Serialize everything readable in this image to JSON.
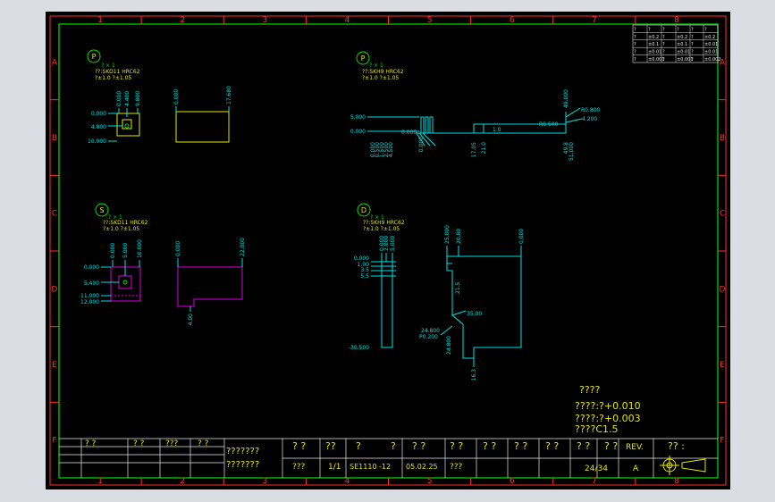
{
  "frame": {
    "col_labels": [
      "1",
      "2",
      "3",
      "4",
      "5",
      "6",
      "7",
      "8"
    ],
    "row_labels": [
      "A",
      "B",
      "C",
      "D",
      "E",
      "F"
    ]
  },
  "corner_table": {
    "rows": [
      [
        "?",
        "?",
        "?",
        "?",
        "?",
        "?"
      ],
      [
        "?",
        "±0.2",
        "?",
        "±0.2",
        "?",
        "±0.2"
      ],
      [
        "?",
        "±0.1",
        "?",
        "±0.1",
        "?",
        "±0.01"
      ],
      [
        "?",
        "±0.01",
        "?",
        "±0.01",
        "?",
        "±0.01"
      ],
      [
        "?",
        "±0.001",
        "?",
        "±0.001",
        "?",
        "±0.002"
      ]
    ]
  },
  "views": {
    "p1": {
      "marker": "P",
      "scale": "? × 1",
      "line1": "??:SKD11 HRC62",
      "line2": "?±1.0 ?±1.05"
    },
    "p2": {
      "marker": "P",
      "scale": "? × 1",
      "line1": "??:SKH9 HRC62",
      "line2": "?±1.0 ?±1.05"
    },
    "s1": {
      "marker": "S",
      "scale": "? × 1",
      "line1": "??:SKD11 HRC62",
      "line2": "?±1.0 ?±1.05"
    },
    "d1": {
      "marker": "D",
      "scale": "? × 1",
      "line1": "??:SKH9 HRC62",
      "line2": "?±1.0 ?±1.05"
    }
  },
  "dims": {
    "p1_top": [
      "0.000",
      "4.400",
      "9.800"
    ],
    "p1_left": [
      "0.000",
      "4.800",
      "10.000"
    ],
    "p1_side": [
      "0.000",
      "17.680"
    ],
    "p2_left": [
      "5.000",
      "0.000"
    ],
    "p2_origin": "0.000",
    "p2_bottom": [
      "0.000",
      "0.500",
      "1.500",
      "2.500",
      "4.500",
      "0.000",
      "17.05",
      "21.0",
      "49.8",
      "51.000"
    ],
    "p2_mid": "1.0",
    "p2_right": [
      "49.000",
      "R0.800",
      "R0.500",
      "4.200"
    ],
    "s1_top": [
      "0.000",
      "5.000",
      "10.000"
    ],
    "s1_left": [
      "0.000",
      "5.400",
      "11.000",
      "12.000"
    ],
    "s1_side": [
      "0.000",
      "22.000",
      "4.00"
    ],
    "d1_top": [
      "0.000",
      "2.000",
      "5.000"
    ],
    "d1_left": [
      "0.000",
      "1.00",
      "3.5",
      "5.5",
      "-30.500"
    ],
    "d1_profile": [
      "25.000",
      "20.80",
      "0.000",
      "21.5",
      "35.00",
      "24.800",
      "P0.200",
      "24.800",
      "16.3"
    ]
  },
  "notes": {
    "heading": "????",
    "lines": [
      "????:?+0.010",
      "????:?+0.003",
      "????C1.5"
    ]
  },
  "title_block": {
    "rev_header": [
      "? ?",
      "? ?",
      "???",
      "? ?"
    ],
    "left_text": [
      "???????",
      "???????"
    ],
    "headers": [
      "? ?",
      "??",
      "?",
      "?",
      "? ?",
      "? ?",
      "? ?",
      "? ?",
      "? ?",
      "? ?",
      "? ?",
      "REV.",
      "?? :"
    ],
    "values": [
      "???",
      "1/1",
      "SE1110 -12",
      "05.02.25",
      "???",
      "24/34",
      "A"
    ]
  }
}
